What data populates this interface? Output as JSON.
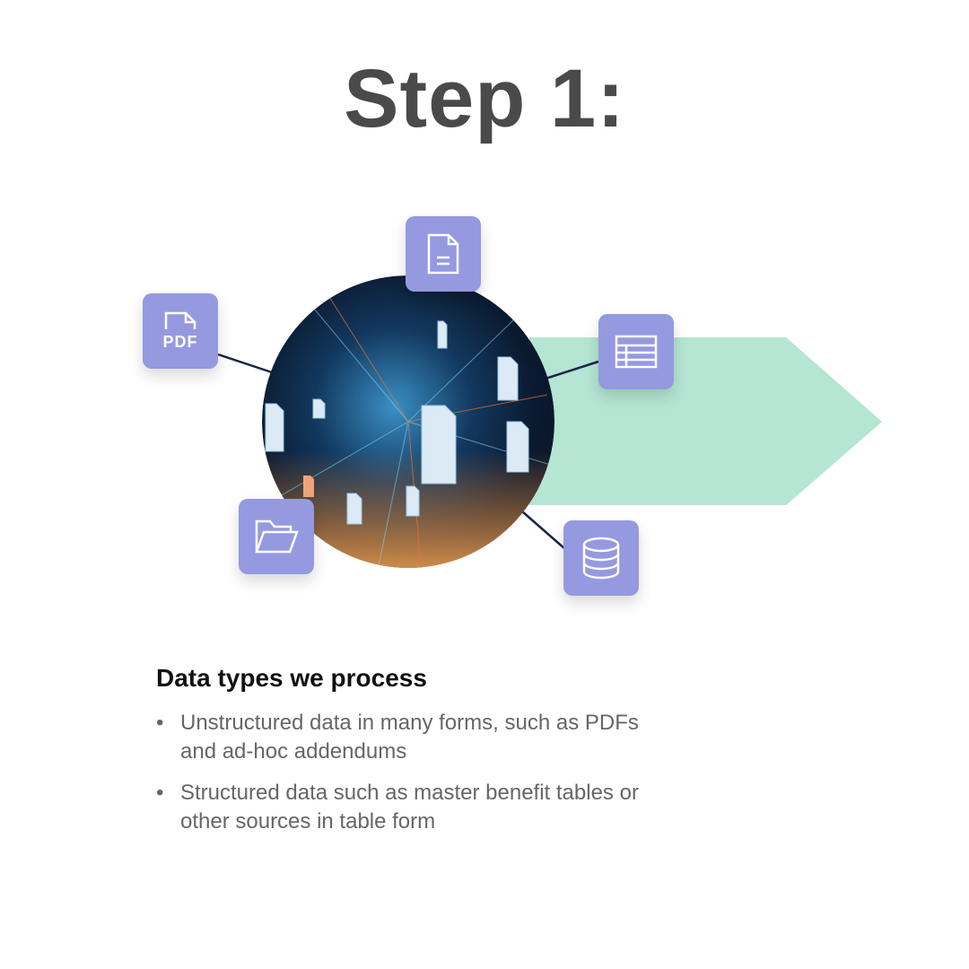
{
  "title": "Step 1:",
  "icons": {
    "document": "document-icon",
    "pdf": "pdf-icon",
    "pdf_label": "PDF",
    "table": "table-icon",
    "folder": "folder-icon",
    "database": "database-icon"
  },
  "colors": {
    "icon_box": "#9599e0",
    "arrow": "#b5e5d3",
    "connector": "#1e2447"
  },
  "section": {
    "heading": "Data types we process",
    "bullet_glyph": "•",
    "bullets": [
      "Unstructured data in many forms, such as PDFs and ad-hoc addendums",
      "Structured data such as master benefit tables or other sources in table form"
    ]
  }
}
